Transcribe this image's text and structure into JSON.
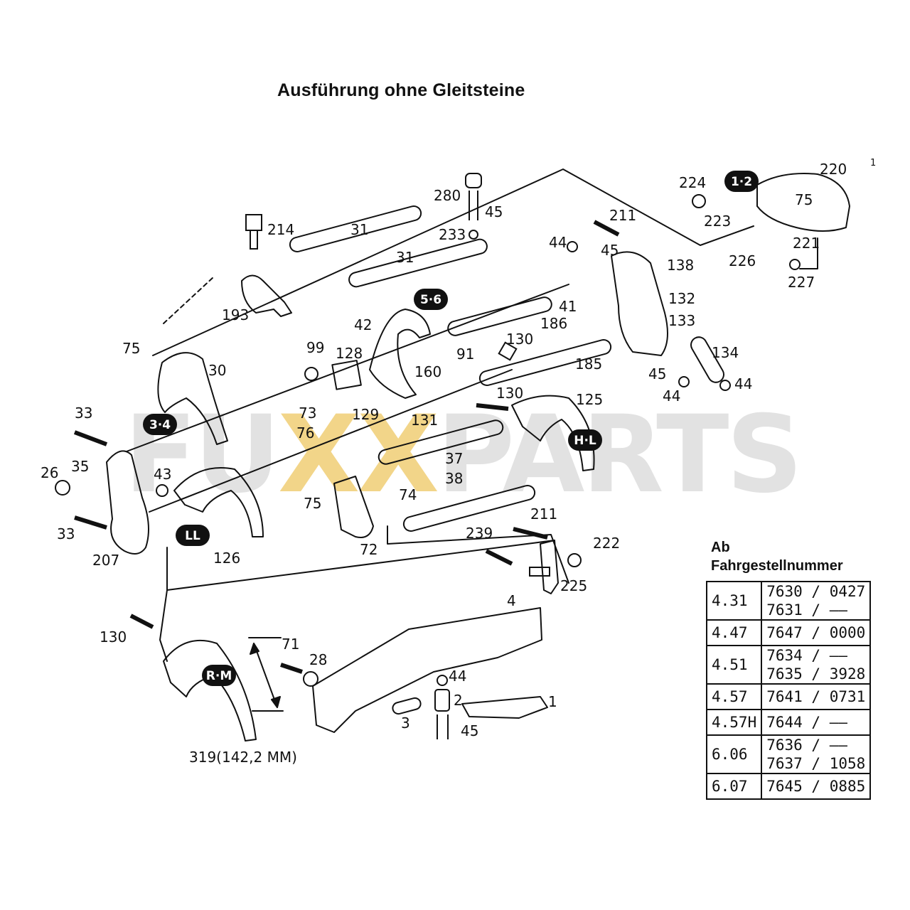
{
  "title": "Ausführung ohne Gleitsteine",
  "corner_mark": "1",
  "watermark": {
    "left": "FU",
    "mid": "XX",
    "right": "PARTS"
  },
  "badges": [
    "1·2",
    "5·6",
    "3·4",
    "H·L",
    "LL",
    "R·M"
  ],
  "part_labels": [
    "220",
    "224",
    "223",
    "75",
    "221",
    "226",
    "227",
    "280",
    "45",
    "233",
    "211",
    "44",
    "45",
    "138",
    "214",
    "31",
    "31",
    "132",
    "133",
    "193",
    "42",
    "41",
    "186",
    "75",
    "99",
    "128",
    "91",
    "130",
    "160",
    "30",
    "185",
    "134",
    "45",
    "44",
    "44",
    "33",
    "73",
    "129",
    "131",
    "130",
    "125",
    "76",
    "37",
    "38",
    "26",
    "35",
    "43",
    "75",
    "74",
    "33",
    "207",
    "126",
    "72",
    "211",
    "239",
    "222",
    "225",
    "4",
    "130",
    "71",
    "28",
    "44",
    "2",
    "1",
    "3",
    "45",
    "319(142,2 MM)"
  ],
  "chassis_header": {
    "line1": "Ab",
    "line2": "Fahrgestellnummer"
  },
  "chassis_rows": [
    {
      "model": "4.31",
      "numbers": [
        "7630 / 0427",
        "7631 / ——"
      ]
    },
    {
      "model": "4.47",
      "numbers": [
        "7647 / 0000"
      ]
    },
    {
      "model": "4.51",
      "numbers": [
        "7634 / ——",
        "7635 / 3928"
      ]
    },
    {
      "model": "4.57",
      "numbers": [
        "7641 / 0731"
      ]
    },
    {
      "model": "4.57H",
      "numbers": [
        "7644 / ——"
      ]
    },
    {
      "model": "6.06",
      "numbers": [
        "7636 / ——",
        "7637 / 1058"
      ]
    },
    {
      "model": "6.07",
      "numbers": [
        "7645 / 0885"
      ]
    }
  ]
}
